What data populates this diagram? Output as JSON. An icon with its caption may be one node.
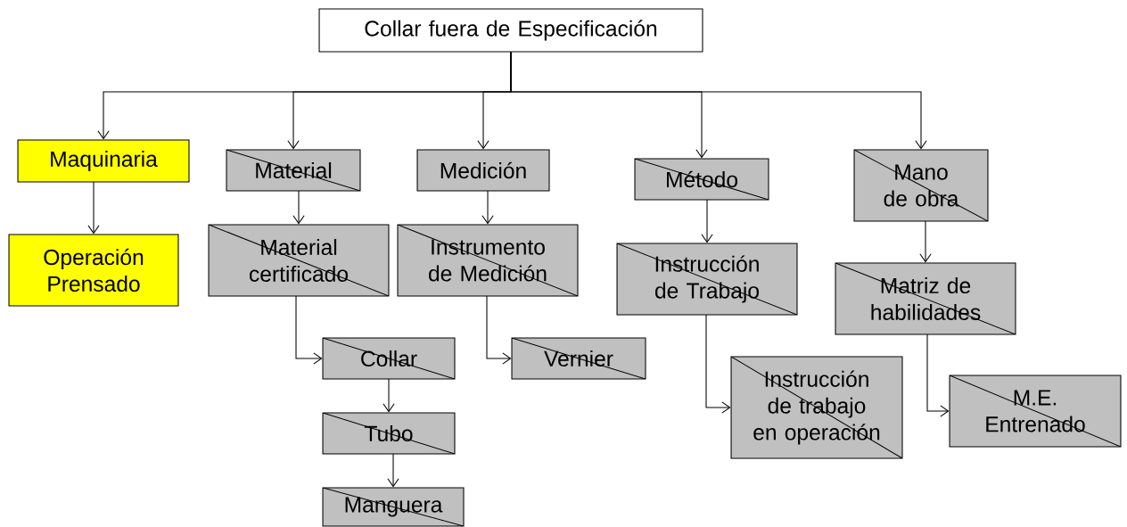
{
  "diagram": {
    "nodes": [
      {
        "text": [
          "Collar fuera de Especificación"
        ]
      },
      {
        "text": [
          "Maquinaria"
        ]
      },
      {
        "text": [
          "Operación Prensado"
        ]
      },
      {
        "text": [
          "Material"
        ]
      },
      {
        "text": [
          "Material certificado"
        ]
      },
      {
        "text": [
          "Collar"
        ]
      },
      {
        "text": [
          "Tubo"
        ]
      },
      {
        "text": [
          "Manguera"
        ]
      },
      {
        "text": [
          "Medición"
        ]
      },
      {
        "text": [
          "Instrumento de Medición"
        ]
      },
      {
        "text": [
          "Vernier"
        ]
      },
      {
        "text": [
          "Método"
        ]
      },
      {
        "text": [
          "Instrucción de Trabajo"
        ]
      },
      {
        "text": [
          "Instrucción de trabajo en operación"
        ]
      },
      {
        "text": [
          "Mano de obra"
        ]
      },
      {
        "text": [
          "Matriz de habilidades"
        ]
      },
      {
        "text": [
          "M.E. Entrenado"
        ]
      }
    ],
    "edges": [
      {
        "from": 0,
        "to": 1,
        "arrow": "to"
      },
      {
        "from": 0,
        "to": 3,
        "arrow": "to"
      },
      {
        "from": 0,
        "to": 8,
        "arrow": "to"
      },
      {
        "from": 0,
        "to": 11,
        "arrow": "to"
      },
      {
        "from": 0,
        "to": 14,
        "arrow": "to"
      },
      {
        "from": 1,
        "to": 2,
        "arrow": "to"
      },
      {
        "from": 3,
        "to": 4,
        "arrow": "to"
      },
      {
        "from": 4,
        "to": 5,
        "arrow": "to"
      },
      {
        "from": 5,
        "to": 6,
        "arrow": "to"
      },
      {
        "from": 6,
        "to": 7,
        "arrow": "to"
      },
      {
        "from": 8,
        "to": 9,
        "arrow": "to"
      },
      {
        "from": 9,
        "to": 10,
        "arrow": "to"
      },
      {
        "from": 11,
        "to": 12,
        "arrow": "to"
      },
      {
        "from": 12,
        "to": 13,
        "arrow": "to"
      },
      {
        "from": 14,
        "to": 15,
        "arrow": "to"
      },
      {
        "from": 15,
        "to": 16,
        "arrow": "to"
      }
    ]
  }
}
